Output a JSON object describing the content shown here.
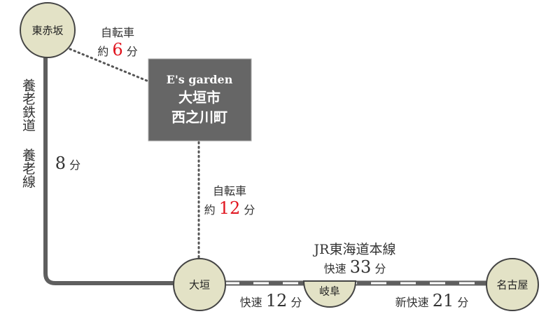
{
  "stations": {
    "higashi_akasaka": "東赤坂",
    "ogaki": "大垣",
    "gifu": "岐阜",
    "nagoya": "名古屋"
  },
  "destination": {
    "brand": "E's garden",
    "line1": "大垣市",
    "line2": "西之川町"
  },
  "bike_to_higashi_akasaka": {
    "mode": "自転車",
    "prefix": "約",
    "minutes": "6",
    "unit": "分"
  },
  "bike_to_ogaki": {
    "mode": "自転車",
    "prefix": "約",
    "minutes": "12",
    "unit": "分"
  },
  "yoro_line": {
    "name1": "養老鉄道",
    "name2": "養老線",
    "minutes": "8",
    "unit": "分"
  },
  "jr_line": {
    "name": "JR東海道本線",
    "total": {
      "type": "快速",
      "minutes": "33",
      "unit": "分"
    },
    "ogaki_gifu": {
      "type": "快速",
      "minutes": "12",
      "unit": "分"
    },
    "gifu_nagoya": {
      "type": "新快速",
      "minutes": "21",
      "unit": "分"
    }
  },
  "colors": {
    "station_fill": "#e3e2c6",
    "line": "#5f5f5f",
    "box": "#666666",
    "accent": "#e0141e"
  }
}
